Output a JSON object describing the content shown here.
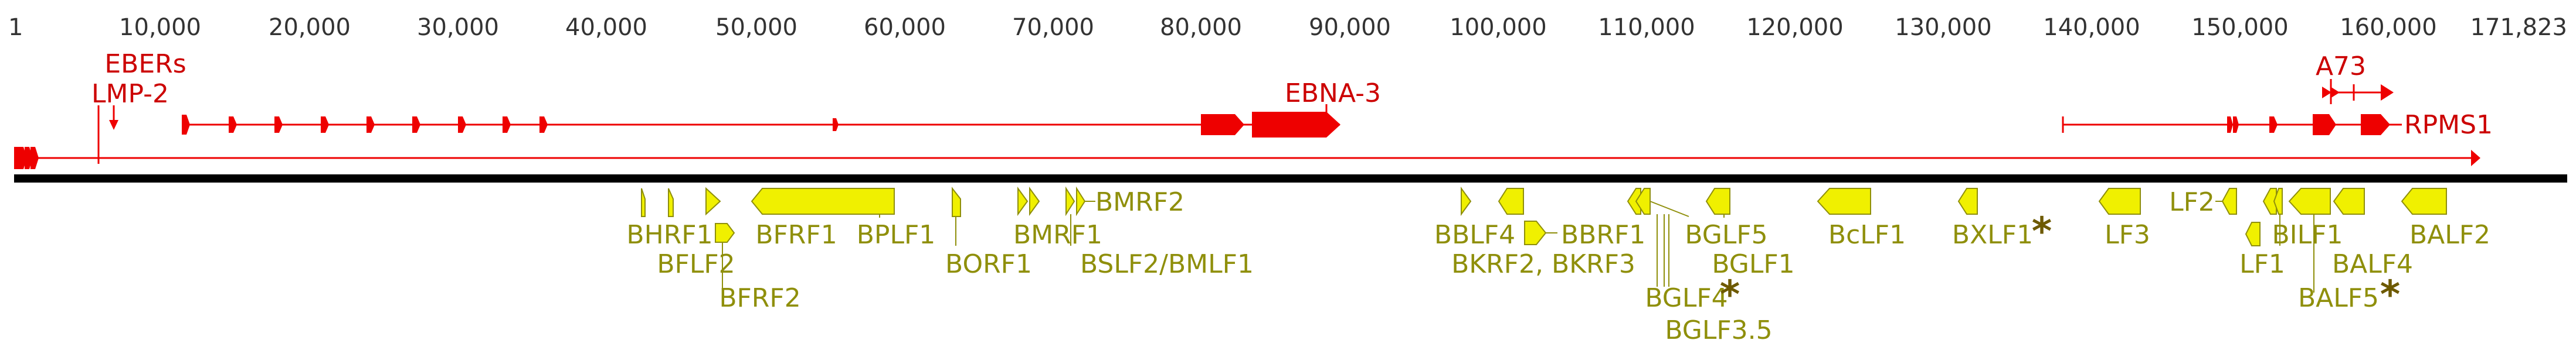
{
  "scale": {
    "ticks": [
      "1",
      "10,000",
      "20,000",
      "30,000",
      "40,000",
      "50,000",
      "60,000",
      "70,000",
      "80,000",
      "90,000",
      "100,000",
      "110,000",
      "120,000",
      "130,000",
      "140,000",
      "150,000",
      "160,000",
      "171,823"
    ]
  },
  "colors": {
    "forward_strand": "#ee0000",
    "forward_label": "#cc0000",
    "reverse_strand": "#f0f000",
    "reverse_label": "#8f8f0b",
    "backbone": "#000000",
    "asterisk": "#6e5a00"
  },
  "forward_labels": {
    "ebers": "EBERs",
    "lmp2": "LMP-2",
    "ebna3": "EBNA-3",
    "a73": "A73",
    "rpms1": "RPMS1"
  },
  "reverse_labels": {
    "bhrf1": "BHRF1",
    "bflf2": "BFLF2",
    "bfrf2": "BFRF2",
    "bfrf1": "BFRF1",
    "bplf1": "BPLF1",
    "borf1": "BORF1",
    "bmrf1": "BMRF1",
    "bmrf2": "BMRF2",
    "bslf2_bmlf1": "BSLF2/BMLF1",
    "bblf4": "BBLF4",
    "bkrf2_bkrf3": "BKRF2, BKRF3",
    "bbrf1": "BBRF1",
    "bglf5": "BGLF5",
    "bglf1": "BGLF1",
    "bglf4": "BGLF4",
    "bglf3_5": "BGLF3.5",
    "bclf1": "BcLF1",
    "bxlf1": "BXLF1",
    "lf3": "LF3",
    "lf2": "LF2",
    "lf1": "LF1",
    "bilf1": "BILF1",
    "balf4": "BALF4",
    "balf5": "BALF5",
    "balf2": "BALF2"
  },
  "marks": {
    "asterisk": "*"
  }
}
